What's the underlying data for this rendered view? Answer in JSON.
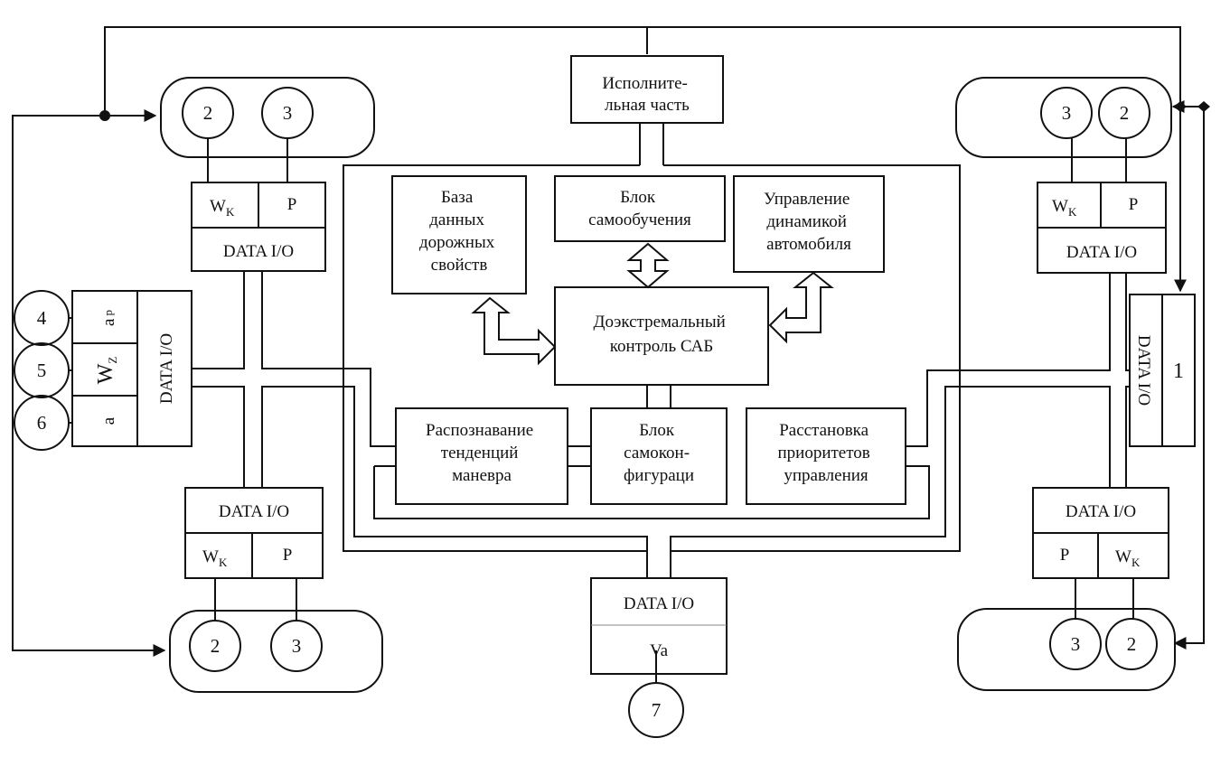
{
  "blocks": {
    "executive": [
      "Исполните-",
      "льная часть"
    ],
    "database": [
      "База",
      "данных",
      "дорожных",
      "свойств"
    ],
    "self_learning": [
      "Блок",
      "самообучения"
    ],
    "dynamics_control": [
      "Управление",
      "динамикой",
      "автомобиля"
    ],
    "pre_extreme_control": [
      "Доэкстремальный",
      "контроль САБ"
    ],
    "maneuver_recognition": [
      "Распознавание",
      "тенденций",
      "маневра"
    ],
    "self_config": [
      "Блок",
      "самокон-",
      "фигураци"
    ],
    "priority_arrangement": [
      "Расстановка",
      "приоритетов",
      "управления"
    ]
  },
  "io_label": "DATA I/O",
  "wheel_labels": {
    "wk_main": "W",
    "wk_sub": "K",
    "p": "P"
  },
  "sensor_block": {
    "ap_main": "a",
    "ap_sub": "p",
    "wz_main": "W",
    "wz_sub": "Z",
    "a": "a"
  },
  "speed_label": "Va",
  "sensor_numbers": [
    "2",
    "3",
    "4",
    "5",
    "6",
    "7"
  ],
  "unit_1": "1"
}
